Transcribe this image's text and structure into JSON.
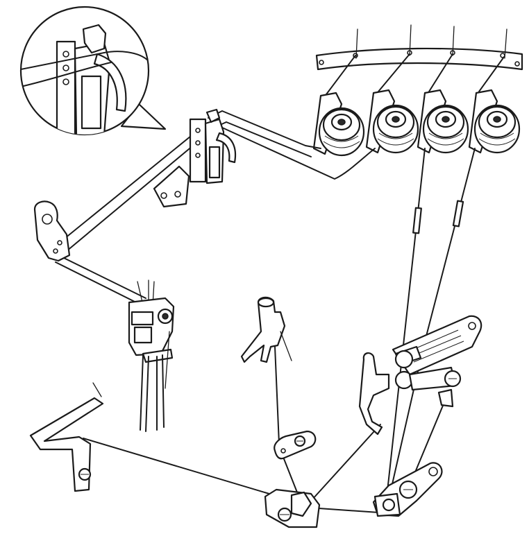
{
  "diagram": {
    "style": "line-art",
    "colors": {
      "line": "#1a1a1a",
      "fill": "#ffffff",
      "background": "#ffffff"
    },
    "components": {
      "tension_dials": 4,
      "thread_guide_posts": 4,
      "inset_magnifier": true
    }
  }
}
